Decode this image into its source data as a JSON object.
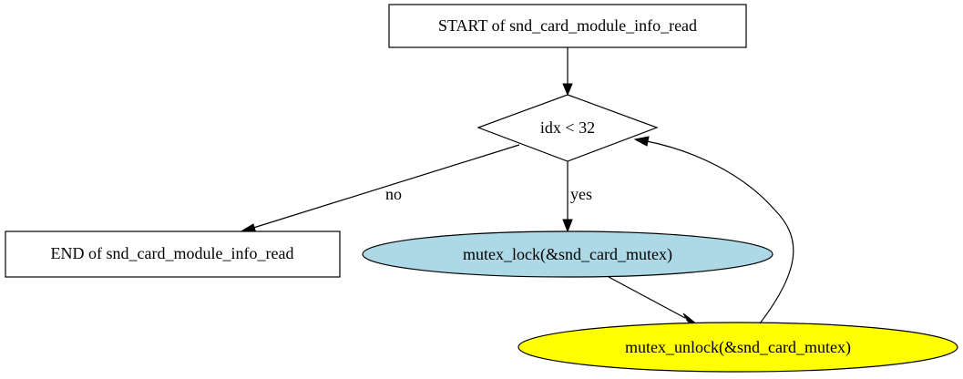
{
  "nodes": {
    "start": {
      "label": "START of snd_card_module_info_read"
    },
    "cond": {
      "label": "idx < 32"
    },
    "end": {
      "label": "END of snd_card_module_info_read"
    },
    "lock": {
      "label": "mutex_lock(&snd_card_mutex)",
      "fill": "#add8e6"
    },
    "unlock": {
      "label": "mutex_unlock(&snd_card_mutex)",
      "fill": "#ffff00"
    }
  },
  "edges": {
    "no_label": "no",
    "yes_label": "yes"
  }
}
